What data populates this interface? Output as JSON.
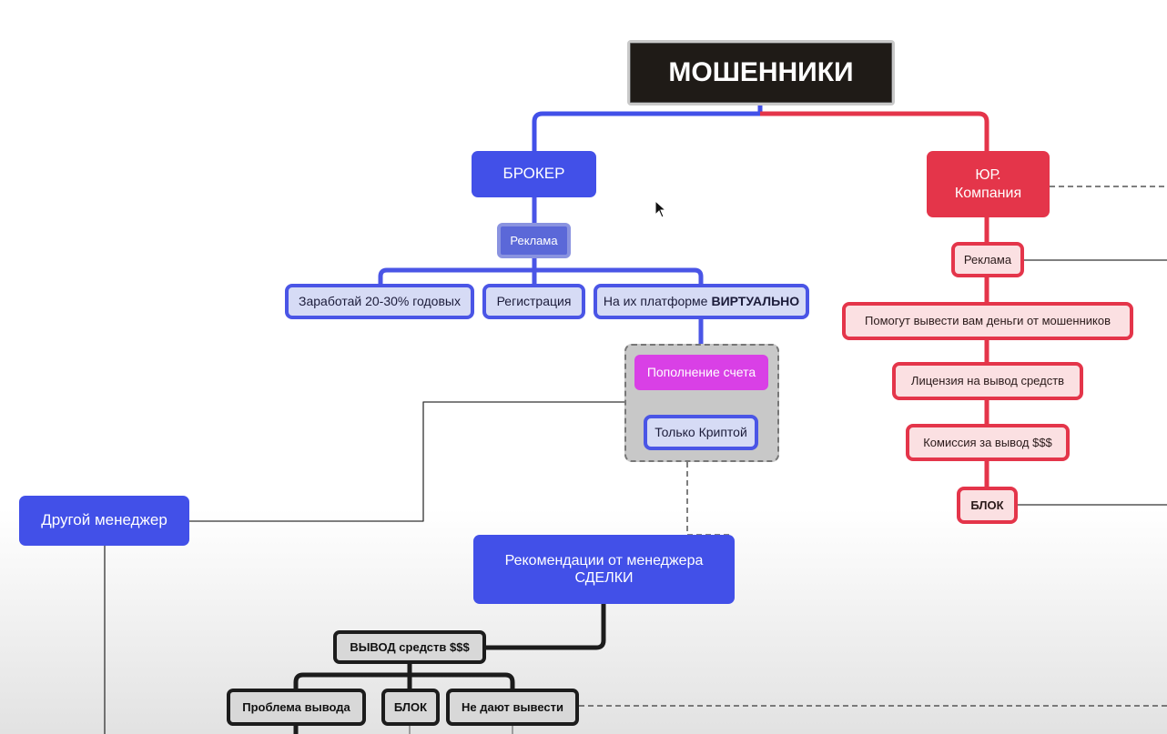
{
  "diagram": {
    "title": "МОШЕННИКИ",
    "broker": {
      "label": "БРОКЕР",
      "ad": "Реклама",
      "promises": {
        "earn": "Заработай 20-30% годовых",
        "registration": "Регистрация",
        "platform_prefix": "На их платформе",
        "platform_emphasis": "ВИРТУАЛЬНО"
      },
      "deposit": "Пополнение счета",
      "crypto_only": "Только Криптой",
      "another_manager": "Другой менеджер",
      "recommendations_line1": "Рекомендации от менеджера",
      "recommendations_line2": "СДЕЛКИ",
      "withdrawal": "ВЫВОД средств $$$",
      "withdrawal_problem": "Проблема вывода",
      "block": "БЛОК",
      "not_allowed": "Не дают вывести"
    },
    "company": {
      "label_line1": "ЮР.",
      "label_line2": "Компания",
      "ad": "Реклама",
      "help": "Помогут вывести вам деньги от мошенников",
      "license": "Лицензия на вывод средств",
      "commission": "Комиссия за вывод $$$",
      "block": "БЛОК"
    }
  },
  "colors": {
    "blue": "#4250e8",
    "red": "#e4354a",
    "magenta": "#d940e6",
    "dark": "#1f1b17"
  }
}
